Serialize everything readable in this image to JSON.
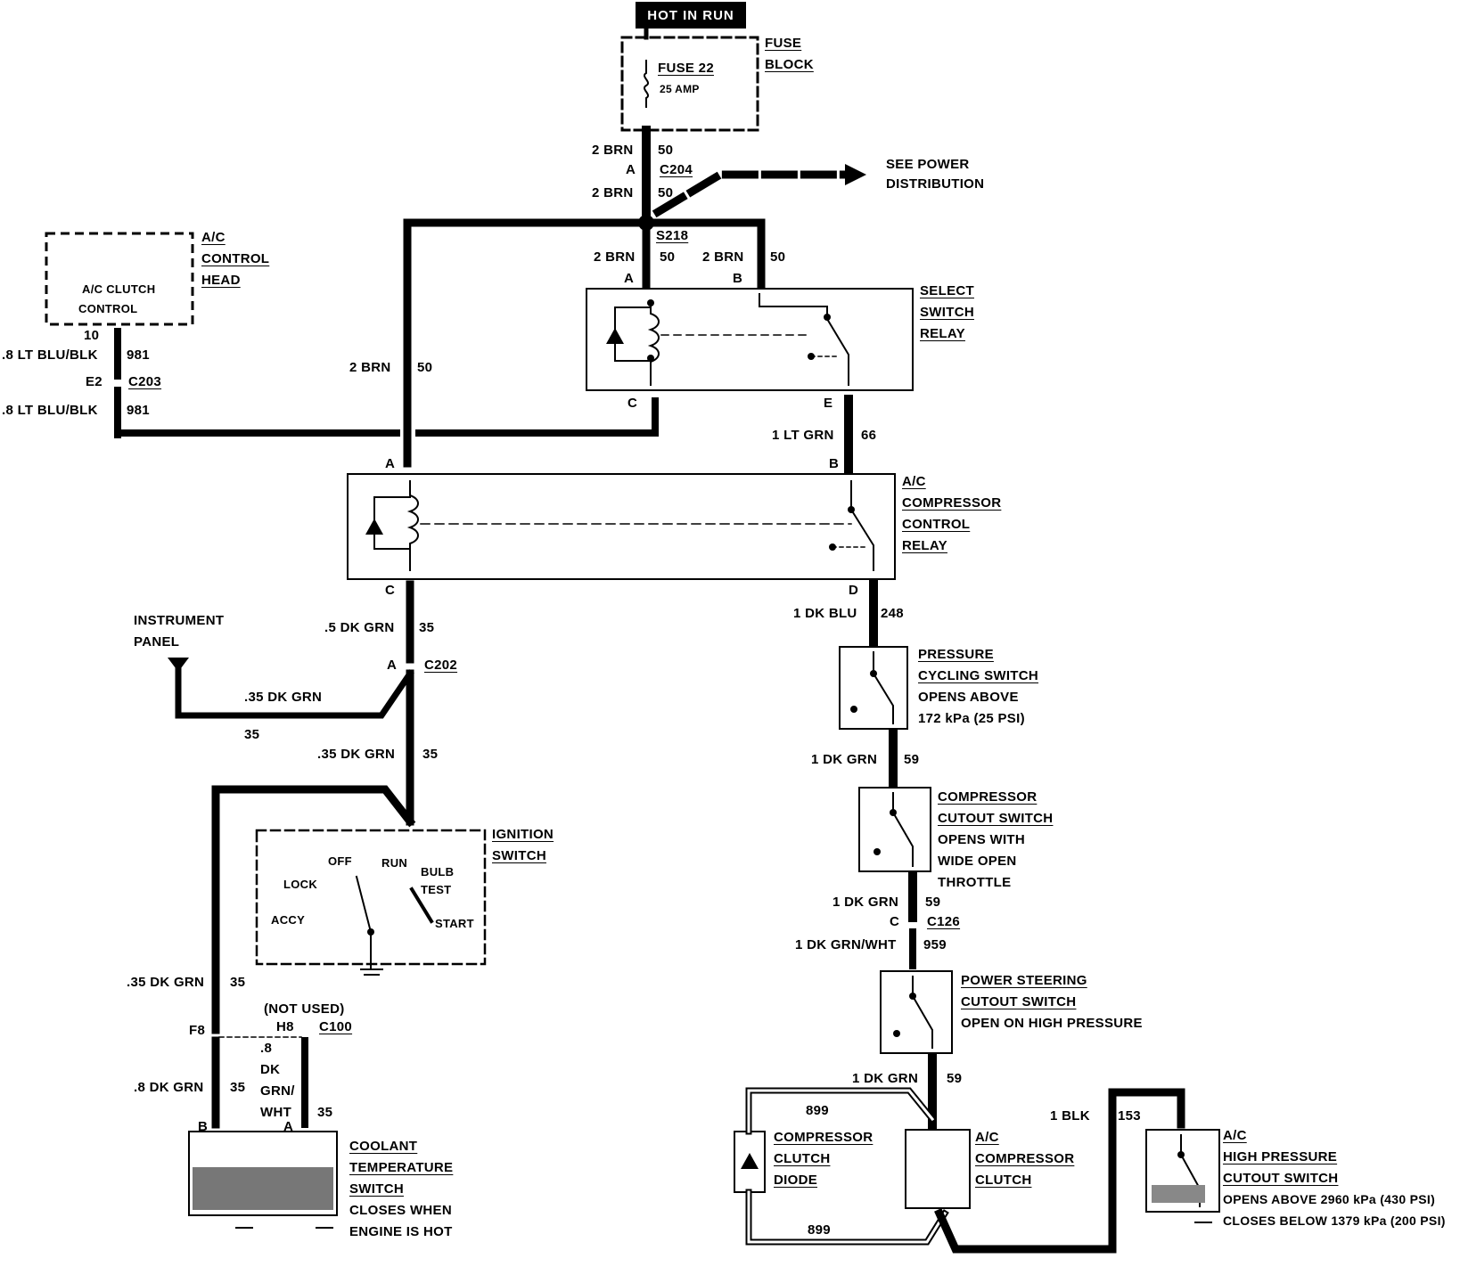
{
  "title": "HOT IN RUN",
  "fuse": {
    "name": "FUSE 22",
    "rating": "25 AMP",
    "block": [
      "FUSE",
      "BLOCK"
    ]
  },
  "power_dist": [
    "SEE POWER",
    "DISTRIBUTION"
  ],
  "components": {
    "ac_control_head": {
      "lines": [
        "A/C",
        "CONTROL",
        "HEAD"
      ],
      "inner": [
        "A/C CLUTCH",
        "CONTROL"
      ]
    },
    "select_relay": [
      "SELECT",
      "SWITCH",
      "RELAY"
    ],
    "comp_relay": [
      "A/C",
      "COMPRESSOR",
      "CONTROL",
      "RELAY"
    ],
    "pressure_cycling": [
      "PRESSURE",
      "CYCLING SWITCH",
      "OPENS ABOVE",
      "172 kPa (25 PSI)"
    ],
    "cutout_switch": [
      "COMPRESSOR",
      "CUTOUT SWITCH",
      "OPENS WITH",
      "WIDE OPEN",
      "THROTTLE"
    ],
    "power_steering": [
      "POWER STEERING",
      "CUTOUT SWITCH",
      "OPEN ON HIGH PRESSURE"
    ],
    "ignition": {
      "lines": [
        "IGNITION",
        "SWITCH"
      ],
      "positions": [
        "OFF",
        "RUN",
        "LOCK",
        "BULB",
        "TEST",
        "ACCY",
        "START"
      ]
    },
    "coolant": [
      "COOLANT",
      "TEMPERATURE",
      "SWITCH",
      "CLOSES WHEN",
      "ENGINE IS HOT"
    ],
    "clutch_diode": [
      "COMPRESSOR",
      "CLUTCH",
      "DIODE"
    ],
    "clutch": [
      "A/C",
      "COMPRESSOR",
      "CLUTCH"
    ],
    "high_pressure": [
      "A/C",
      "HIGH PRESSURE",
      "CUTOUT SWITCH",
      "OPENS ABOVE 2960 kPa (430 PSI)",
      "CLOSES BELOW 1379 kPa (200 PSI)"
    ],
    "instrument_panel": [
      "INSTRUMENT",
      "PANEL"
    ]
  },
  "wires": {
    "w50a": "2 BRN",
    "c50a": "50",
    "w50b": "2 BRN",
    "c50b": "50",
    "w50c": "2 BRN",
    "c50c": "50",
    "w50d": "2 BRN",
    "c50d": "50",
    "w50e": "2 BRN",
    "c50e": "50",
    "w981a": ".8 LT BLU/BLK",
    "c981a": "981",
    "w981b": ".8 LT BLU/BLK",
    "c981b": "981",
    "w66": "1 LT GRN",
    "c66": "66",
    "w248": "1 DK BLU",
    "c248": "248",
    "w35a": ".5 DK GRN",
    "c35a": "35",
    "w35b": ".35 DK GRN",
    "c35b": "35",
    "w35c": ".35 DK GRN",
    "c35c": "35",
    "w35d": ".35 DK GRN",
    "c35d": "35",
    "w35e": ".8 DK GRN",
    "c35e": "35",
    "w35f": ".8",
    "w35f2": "DK",
    "w35f3": "GRN/",
    "w35f4": "WHT",
    "c35f": "35",
    "w59a": "1 DK GRN",
    "c59a": "59",
    "w59b": "1 DK GRN",
    "c59b": "59",
    "w959": "1 DK GRN/WHT",
    "c959": "959",
    "w59c": "1 DK GRN",
    "c59c": "59",
    "c899a": "899",
    "c899b": "899",
    "w153": "1 BLK",
    "c153": "153",
    "not_used": "(NOT USED)"
  },
  "connectors": {
    "c204": "C204",
    "c204p": "A",
    "s218": "S218",
    "c203": "C203",
    "c203p": "E2",
    "c202": "C202",
    "c202p": "A",
    "c126": "C126",
    "c126p": "C",
    "c100": "C100",
    "c100a": "F8",
    "c100b": "H8",
    "pin10": "10",
    "selA": "A",
    "selB": "B",
    "selC": "C",
    "selE": "E",
    "crA": "A",
    "crB": "B",
    "crC": "C",
    "crD": "D",
    "ctB": "B",
    "ctA": "A"
  }
}
